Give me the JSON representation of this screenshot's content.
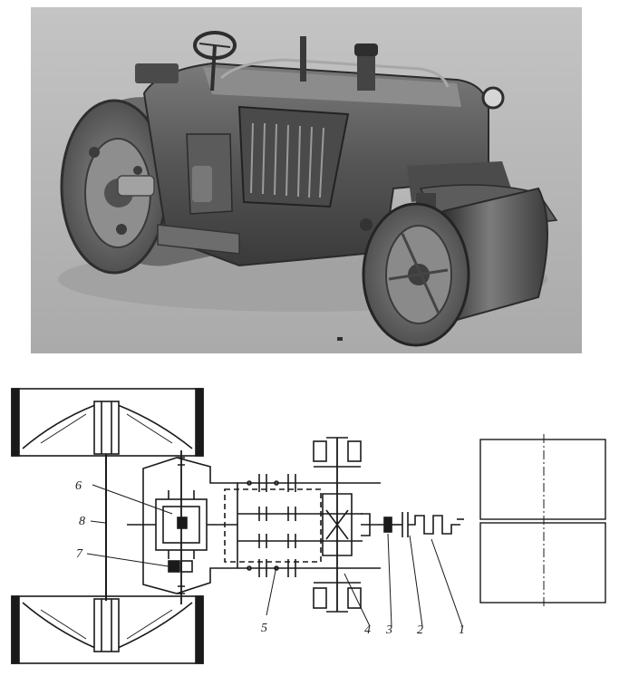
{
  "figure": {
    "photo": {
      "subject": "road-roller-photo"
    },
    "diagram": {
      "callouts": [
        {
          "id": "c1",
          "label": "1"
        },
        {
          "id": "c2",
          "label": "2"
        },
        {
          "id": "c3",
          "label": "3"
        },
        {
          "id": "c4",
          "label": "4"
        },
        {
          "id": "c5",
          "label": "5"
        },
        {
          "id": "c6",
          "label": "6"
        },
        {
          "id": "c7",
          "label": "7"
        },
        {
          "id": "c8",
          "label": "8"
        }
      ]
    }
  },
  "colors": {
    "ink": "#1a1a1a",
    "photo_bg": "#b9b9b9",
    "metal_dark": "#3a3a3a",
    "metal_mid": "#6a6a6a",
    "metal_light": "#9a9a9a"
  }
}
